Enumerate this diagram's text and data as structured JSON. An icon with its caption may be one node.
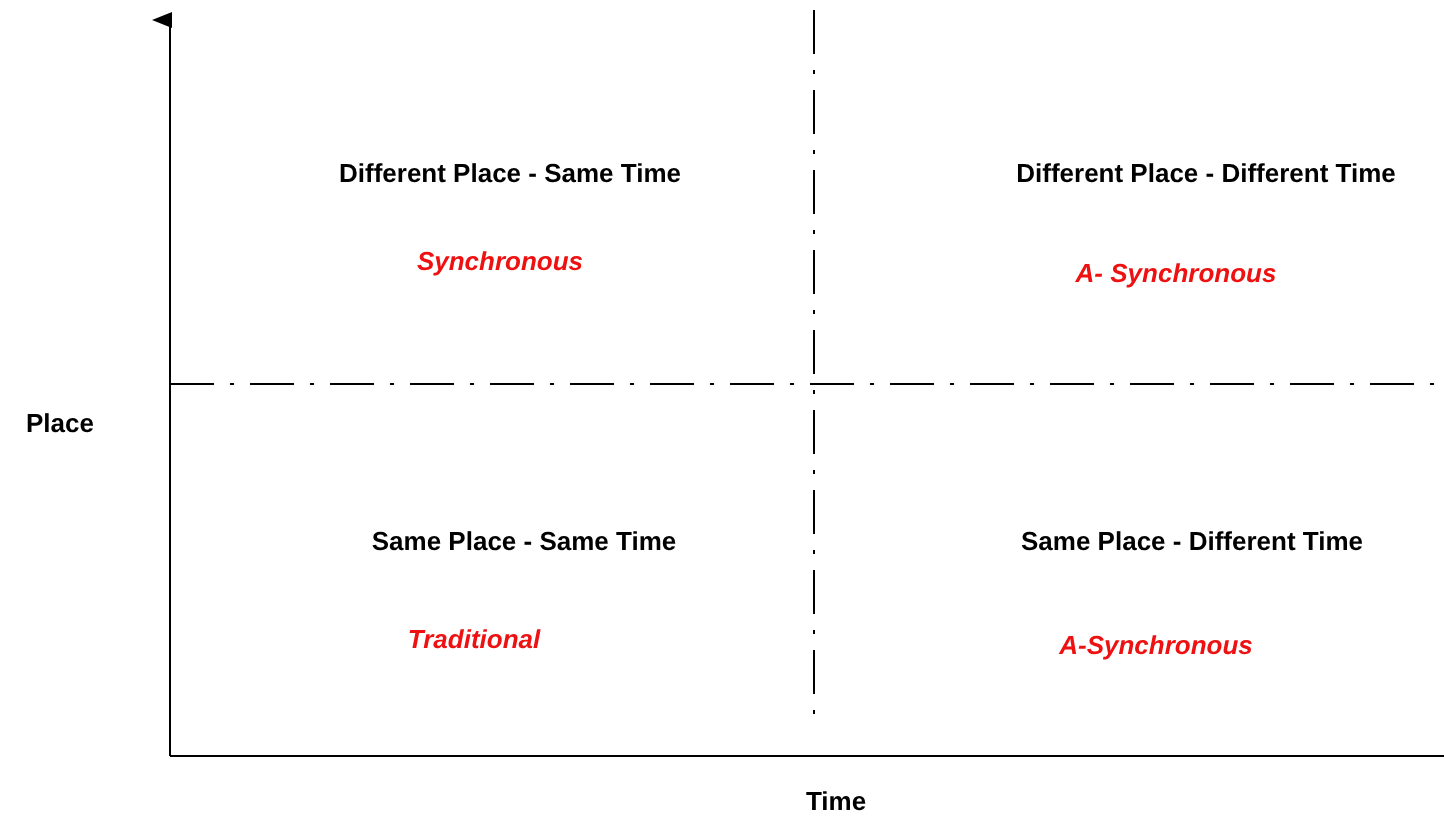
{
  "diagram": {
    "labels": [
      "Different Place - Same Time",
      "Different Place - Different Time",
      "Synchronous",
      "A- Synchronous",
      "Place",
      "Same Place - Same Time",
      "Same Place - Different Time",
      "Traditional",
      "A-Synchronous",
      "Time"
    ]
  }
}
